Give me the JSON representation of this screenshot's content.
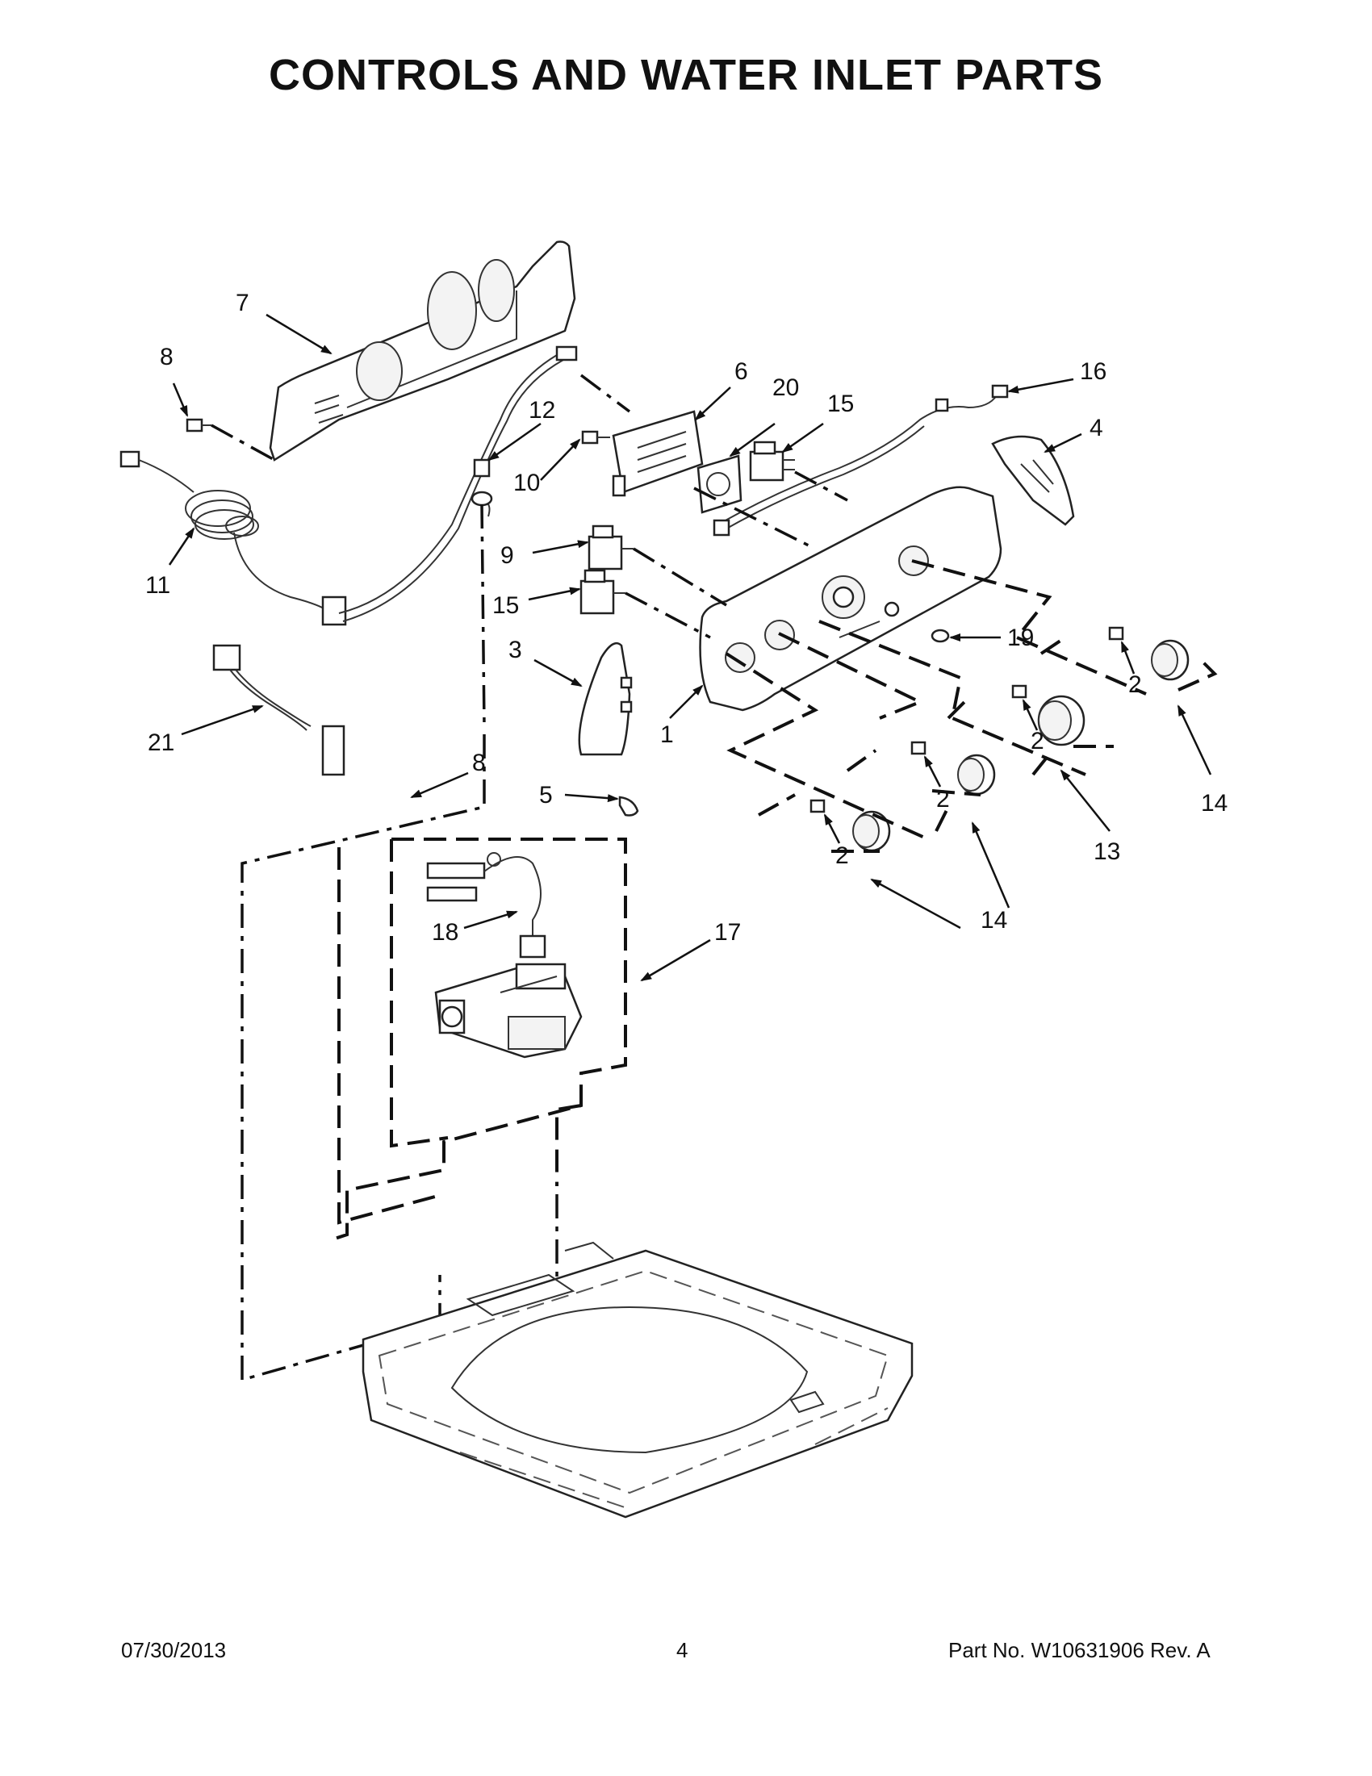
{
  "page": {
    "title": "CONTROLS AND WATER INLET PARTS",
    "date": "07/30/2013",
    "page_number": "4",
    "part_number": "Part No.  W10631906  Rev.  A"
  },
  "callouts": {
    "c1": "1",
    "c2a": "2",
    "c2b": "2",
    "c2c": "2",
    "c2d": "2",
    "c3": "3",
    "c4": "4",
    "c5": "5",
    "c6": "6",
    "c7": "7",
    "c8a": "8",
    "c8b": "8",
    "c9": "9",
    "c10": "10",
    "c11": "11",
    "c12": "12",
    "c13": "13",
    "c14a": "14",
    "c14b": "14",
    "c15a": "15",
    "c15b": "15",
    "c16": "16",
    "c17": "17",
    "c18": "18",
    "c19": "19",
    "c20": "20",
    "c21": "21"
  }
}
